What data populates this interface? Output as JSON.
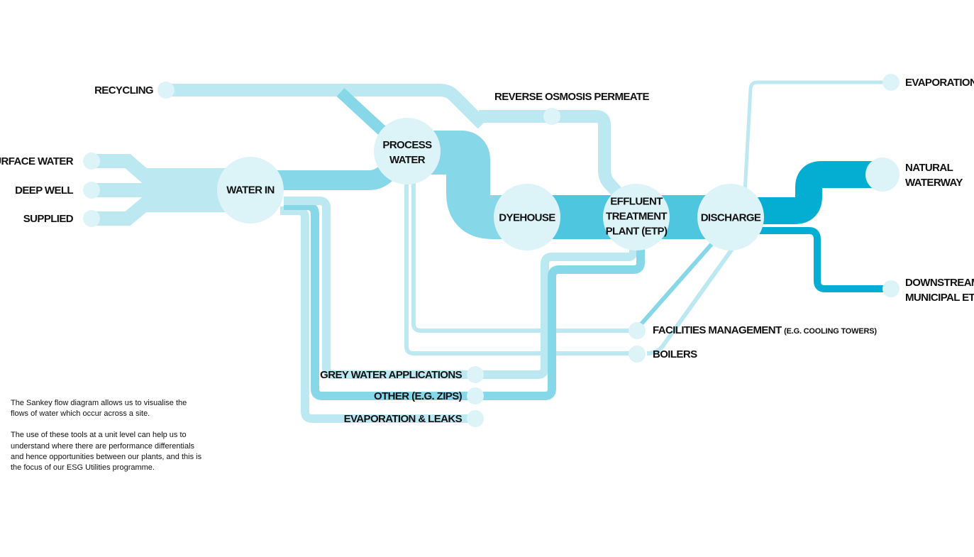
{
  "colors": {
    "pale": "#bce8f1",
    "light": "#86d7e8",
    "mid": "#4fc6e0",
    "dark": "#04aed2",
    "node": "#dcf3f8"
  },
  "nodes": {
    "water_in": "WATER IN",
    "process_water_1": "PROCESS",
    "process_water_2": "WATER",
    "dyehouse": "DYEHOUSE",
    "etp_1": "EFFLUENT",
    "etp_2": "TREATMENT",
    "etp_3": "PLANT (ETP)",
    "discharge": "DISCHARGE"
  },
  "labels": {
    "recycling": "RECYCLING",
    "surface_water": "SURFACE WATER",
    "deep_well": "DEEP WELL",
    "supplied": "SUPPLIED",
    "reverse_osmosis": "REVERSE OSMOSIS PERMEATE",
    "evaporation": "EVAPORATION",
    "natural_waterway_1": "NATURAL",
    "natural_waterway_2": "WATERWAY",
    "downstream_1": "DOWNSTREAM",
    "downstream_2": "MUNICIPAL ETP",
    "facilities": "FACILITIES MANAGEMENT",
    "facilities_note": "(E.G. COOLING TOWERS)",
    "boilers": "BOILERS",
    "grey_water": "GREY WATER APPLICATIONS",
    "other": "OTHER (E.G. ZIPS)",
    "evap_leaks": "EVAPORATION & LEAKS"
  },
  "description": {
    "p1": "The Sankey flow diagram allows us to visualise the flows of water which occur across a site.",
    "p2": "The use of these tools at a unit level can help us to understand where there are performance differentials and hence opportunities between our plants, and this is the focus of our ESG Utilities programme."
  }
}
